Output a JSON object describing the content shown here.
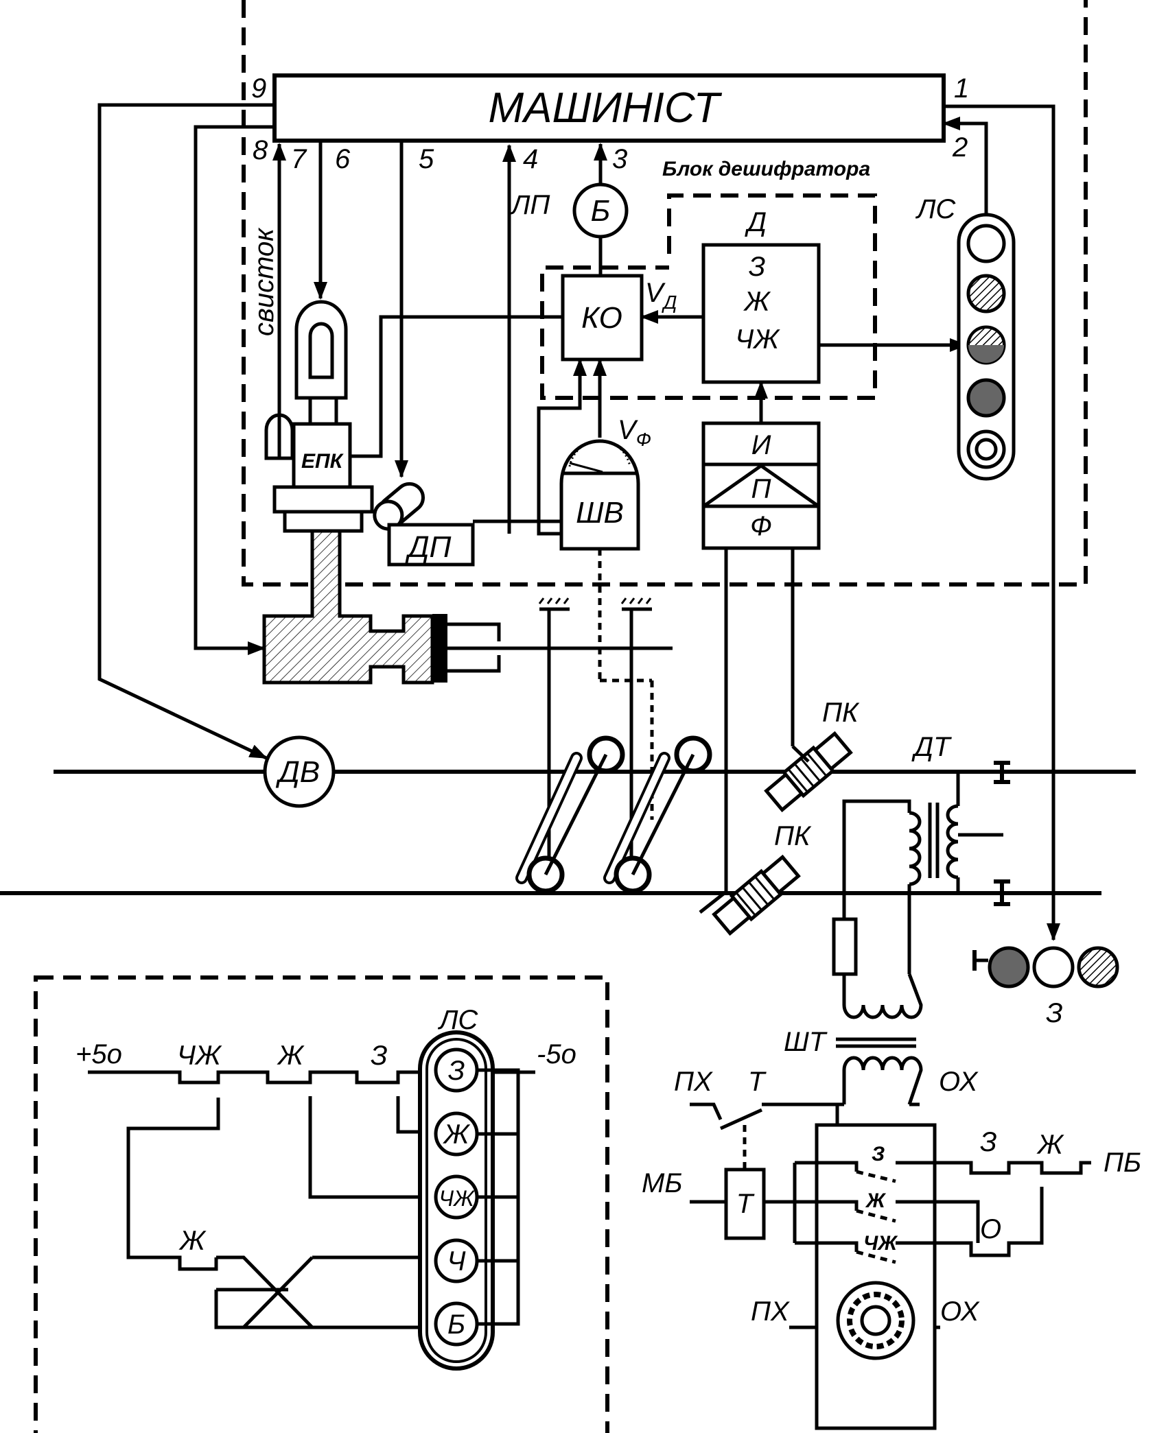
{
  "driver": {
    "title": "МАШИНІСТ"
  },
  "terminals": [
    "1",
    "2",
    "3",
    "4",
    "5",
    "6",
    "7",
    "8",
    "9"
  ],
  "labels": {
    "decoder_block": "Блок дешифратора",
    "whistle": "свисток",
    "bell": "Б",
    "lp": "ЛП",
    "ko": "КО",
    "vd": "V",
    "vd_sub": "Д",
    "vf": "V",
    "vf_sub": "Ф",
    "epk": "ЕПК",
    "dp": "ДП",
    "shv": "ШВ",
    "decoder_lines": [
      "Д",
      "З",
      "Ж",
      "ЧЖ"
    ],
    "filter_lines": [
      "И",
      "П",
      "Ф"
    ],
    "ls_cab": "ЛС",
    "dv": "ДВ",
    "pk1": "ПК",
    "pk2": "ПК",
    "dt": "ДТ",
    "signal_z": "З",
    "sht": "ШТ"
  },
  "cab_signal_circuit": {
    "plus": "+5о",
    "minus": "-5о",
    "contacts": [
      "ЧЖ",
      "Ж",
      "З"
    ],
    "contact_j2": "Ж",
    "ls": "ЛС",
    "lamps": [
      "З",
      "Ж",
      "ЧЖ",
      "Ч",
      "Б"
    ]
  },
  "track_circuit": {
    "px_top": "ПХ",
    "t_top": "Т",
    "ox_top": "ОХ",
    "mb": "МБ",
    "t_box": "Т",
    "relay_contacts": [
      "З",
      "Ж",
      "ЧЖ"
    ],
    "z_out": "З",
    "j_out": "Ж",
    "pb": "ПБ",
    "o_out": "О",
    "px_bottom": "ПХ",
    "ox_bottom": "ОХ"
  }
}
